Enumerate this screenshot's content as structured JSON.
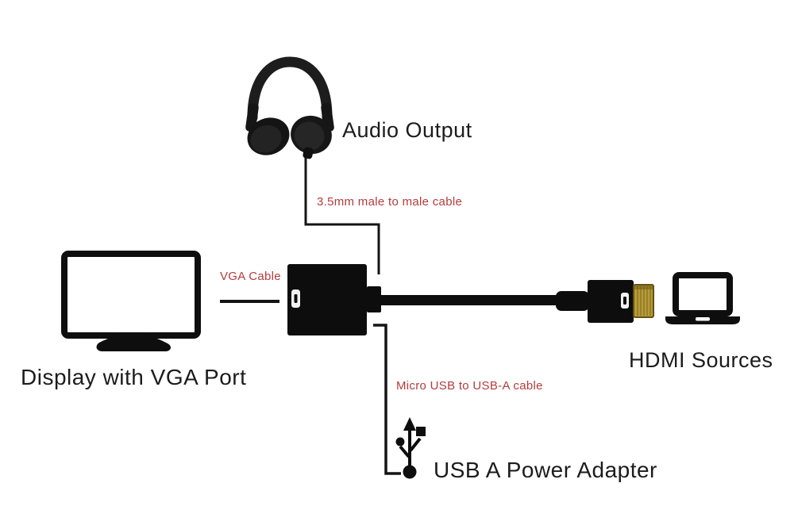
{
  "diagram": {
    "device_labels": {
      "audio_output": "Audio Output",
      "display": "Display with VGA Port",
      "hdmi_sources": "HDMI Sources",
      "usb_power_adapter": "USB A Power Adapter"
    },
    "cable_labels": {
      "audio_cable": "3.5mm male to male cable",
      "vga_cable": "VGA Cable",
      "usb_cable": "Micro USB to USB-A cable"
    },
    "icons": {
      "headphones": "headphones-icon",
      "display": "monitor-icon",
      "adapter": "hdmi-to-vga-adapter-icon",
      "laptop": "laptop-icon",
      "usb": "usb-trident-icon"
    },
    "colors": {
      "background": "#ffffff",
      "ink": "#1c1c1c",
      "device_black": "#0e0e0e",
      "annotation_red": "#b43c3c",
      "hdmi_plug_gold": "#b89b38"
    }
  }
}
